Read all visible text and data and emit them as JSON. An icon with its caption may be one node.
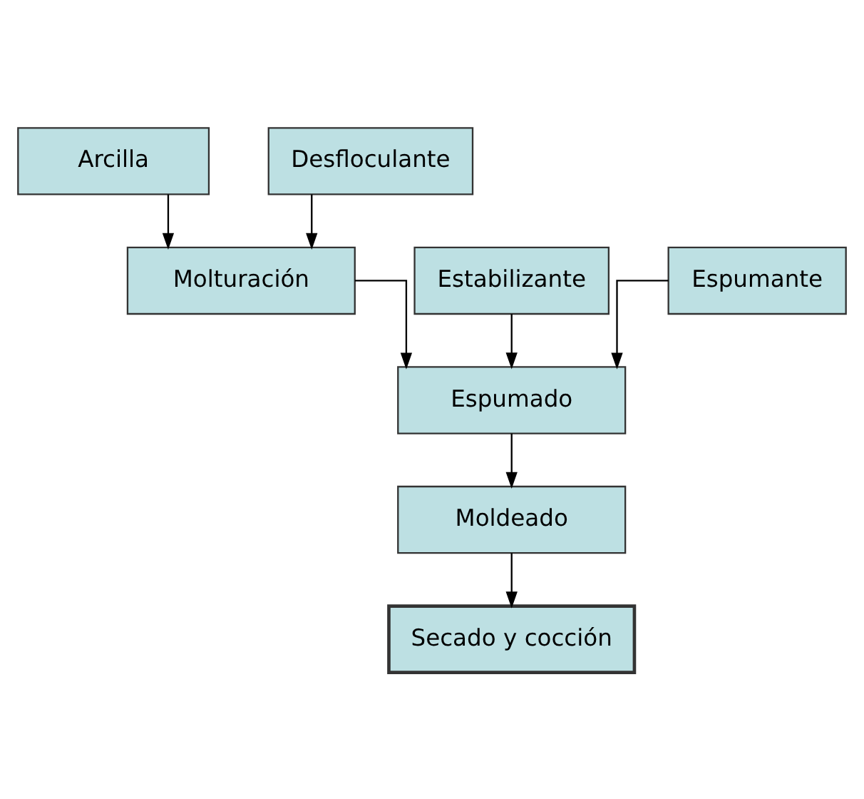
{
  "diagram": {
    "nodes": [
      {
        "text": [
          "Arcilla"
        ]
      },
      {
        "text": [
          "Desfloculante"
        ]
      },
      {
        "text": [
          "Molturación"
        ]
      },
      {
        "text": [
          "Estabilizante"
        ]
      },
      {
        "text": [
          "Espumante"
        ]
      },
      {
        "text": [
          "Espumado"
        ]
      },
      {
        "text": [
          "Moldeado"
        ]
      },
      {
        "text": [
          "Secado y cocción"
        ]
      }
    ],
    "edges": [
      {
        "from": 0,
        "to": 2,
        "arrow": "to"
      },
      {
        "from": 1,
        "to": 2,
        "arrow": "to"
      },
      {
        "from": 2,
        "to": 5,
        "arrow": "to"
      },
      {
        "from": 3,
        "to": 5,
        "arrow": "to"
      },
      {
        "from": 4,
        "to": 5,
        "arrow": "to"
      },
      {
        "from": 5,
        "to": 6,
        "arrow": "to"
      },
      {
        "from": 6,
        "to": 7,
        "arrow": "to"
      }
    ]
  }
}
